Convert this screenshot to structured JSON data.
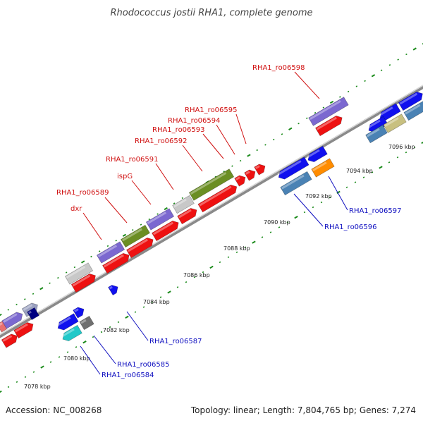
{
  "title": "Rhodococcus jostii RHA1, complete genome",
  "footer": {
    "accession": "Accession: NC_008268",
    "stats": "Topology: linear; Length: 7,804,765 bp; Genes: 7,274"
  },
  "colors": {
    "background": "#ffffff",
    "backbone": "#8a8a8a",
    "dots": "#1a8a1a",
    "label_forward": "#d01010",
    "label_reverse": "#1010c0"
  },
  "ticks": [
    "7078 kbp",
    "7080 kbp",
    "7082 kbp",
    "7084 kbp",
    "7086 kbp",
    "7088 kbp",
    "7090 kbp",
    "7092 kbp",
    "7094 kbp",
    "7096 kbp"
  ],
  "gene_labels_forward": [
    "RHA1_ro06598",
    "RHA1_ro06595",
    "RHA1_ro06594",
    "RHA1_ro06593",
    "RHA1_ro06592",
    "RHA1_ro06591",
    "ispG",
    "RHA1_ro06589",
    "dxr"
  ],
  "gene_labels_reverse": [
    "RHA1_ro06597",
    "RHA1_ro06596",
    "RHA1_ro06587",
    "RHA1_ro06585",
    "RHA1_ro06584"
  ]
}
